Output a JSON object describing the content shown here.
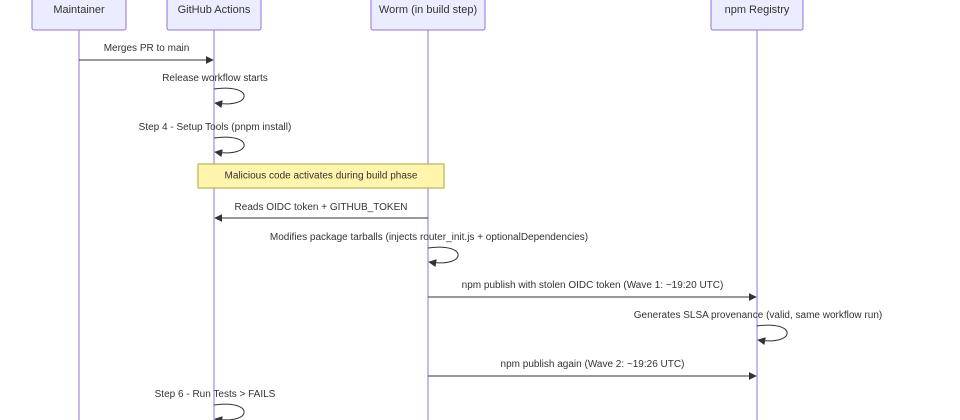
{
  "actors": [
    {
      "id": "maintainer",
      "label": "Maintainer"
    },
    {
      "id": "actions",
      "label": "GitHub Actions"
    },
    {
      "id": "worm",
      "label": "Worm (in build step)"
    },
    {
      "id": "npm",
      "label": "npm Registry"
    }
  ],
  "messages": [
    {
      "from": "maintainer",
      "to": "actions",
      "label": "Merges PR to main"
    },
    {
      "from": "actions",
      "to": "actions",
      "label": "Release workflow starts"
    },
    {
      "from": "actions",
      "to": "actions",
      "label": "Step 4 - Setup Tools (pnpm install)"
    },
    {
      "note": true,
      "over": [
        "actions",
        "worm"
      ],
      "label": "Malicious code activates during build phase"
    },
    {
      "from": "worm",
      "to": "actions",
      "label": "Reads OIDC token + GITHUB_TOKEN"
    },
    {
      "from": "worm",
      "to": "worm",
      "label": "Modifies package tarballs (injects router_init.js + optionalDependencies)"
    },
    {
      "from": "worm",
      "to": "npm",
      "label": "npm publish with stolen OIDC token (Wave 1: ~19:20 UTC)"
    },
    {
      "from": "npm",
      "to": "npm",
      "label": "Generates SLSA provenance (valid, same workflow run)"
    },
    {
      "from": "worm",
      "to": "npm",
      "label": "npm publish again (Wave 2: ~19:26 UTC)"
    },
    {
      "from": "actions",
      "to": "actions",
      "label": "Step 6 - Run Tests > FAILS"
    }
  ],
  "colors": {
    "actor_fill": "#ECECFF",
    "actor_stroke": "#9370DB",
    "note_fill": "#FFF5AD",
    "note_stroke": "#AAAA33",
    "line": "#333333"
  }
}
